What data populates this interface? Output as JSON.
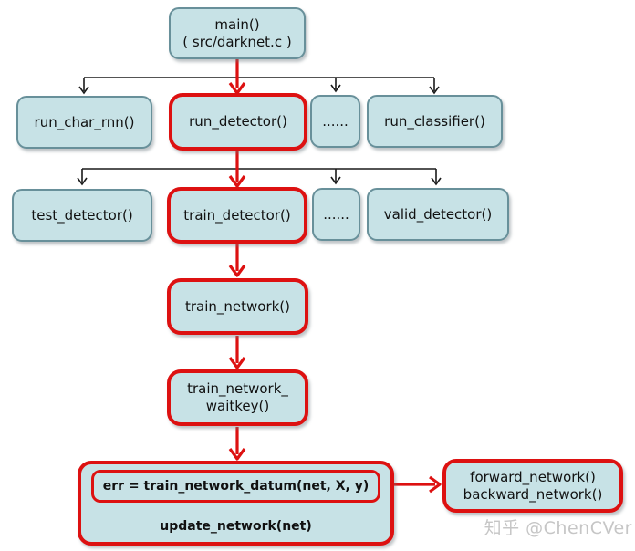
{
  "diagram": {
    "title_hint": "darknet training call graph",
    "nodes": {
      "main": {
        "line1": "main()",
        "line2": "( src/darknet.c )"
      },
      "run_char_rnn": {
        "label": "run_char_rnn()"
      },
      "run_detector": {
        "label": "run_detector()"
      },
      "dots_row2": {
        "label": "......"
      },
      "run_classifier": {
        "label": "run_classifier()"
      },
      "test_detector": {
        "label": "test_detector()"
      },
      "train_detector": {
        "label": "train_detector()"
      },
      "dots_row3": {
        "label": "......"
      },
      "valid_detector": {
        "label": "valid_detector()"
      },
      "train_network": {
        "label": "train_network()"
      },
      "train_network_waitkey": {
        "line1": "train_network_",
        "line2": "waitkey()"
      },
      "err_datum": {
        "label": "err = train_network_datum(net, X, y)"
      },
      "update_network": {
        "label": "update_network(net)"
      },
      "forward_backward": {
        "line1": "forward_network()",
        "line2": "backward_network()"
      }
    },
    "colors": {
      "node_fill": "#c7e2e6",
      "node_border": "#68909a",
      "highlight_border": "#dd1111",
      "connector_black": "#1a1a1a",
      "text": "#111111",
      "watermark": "#c6c6c6"
    }
  },
  "watermark": {
    "text": "知乎 @ChenCVer"
  }
}
